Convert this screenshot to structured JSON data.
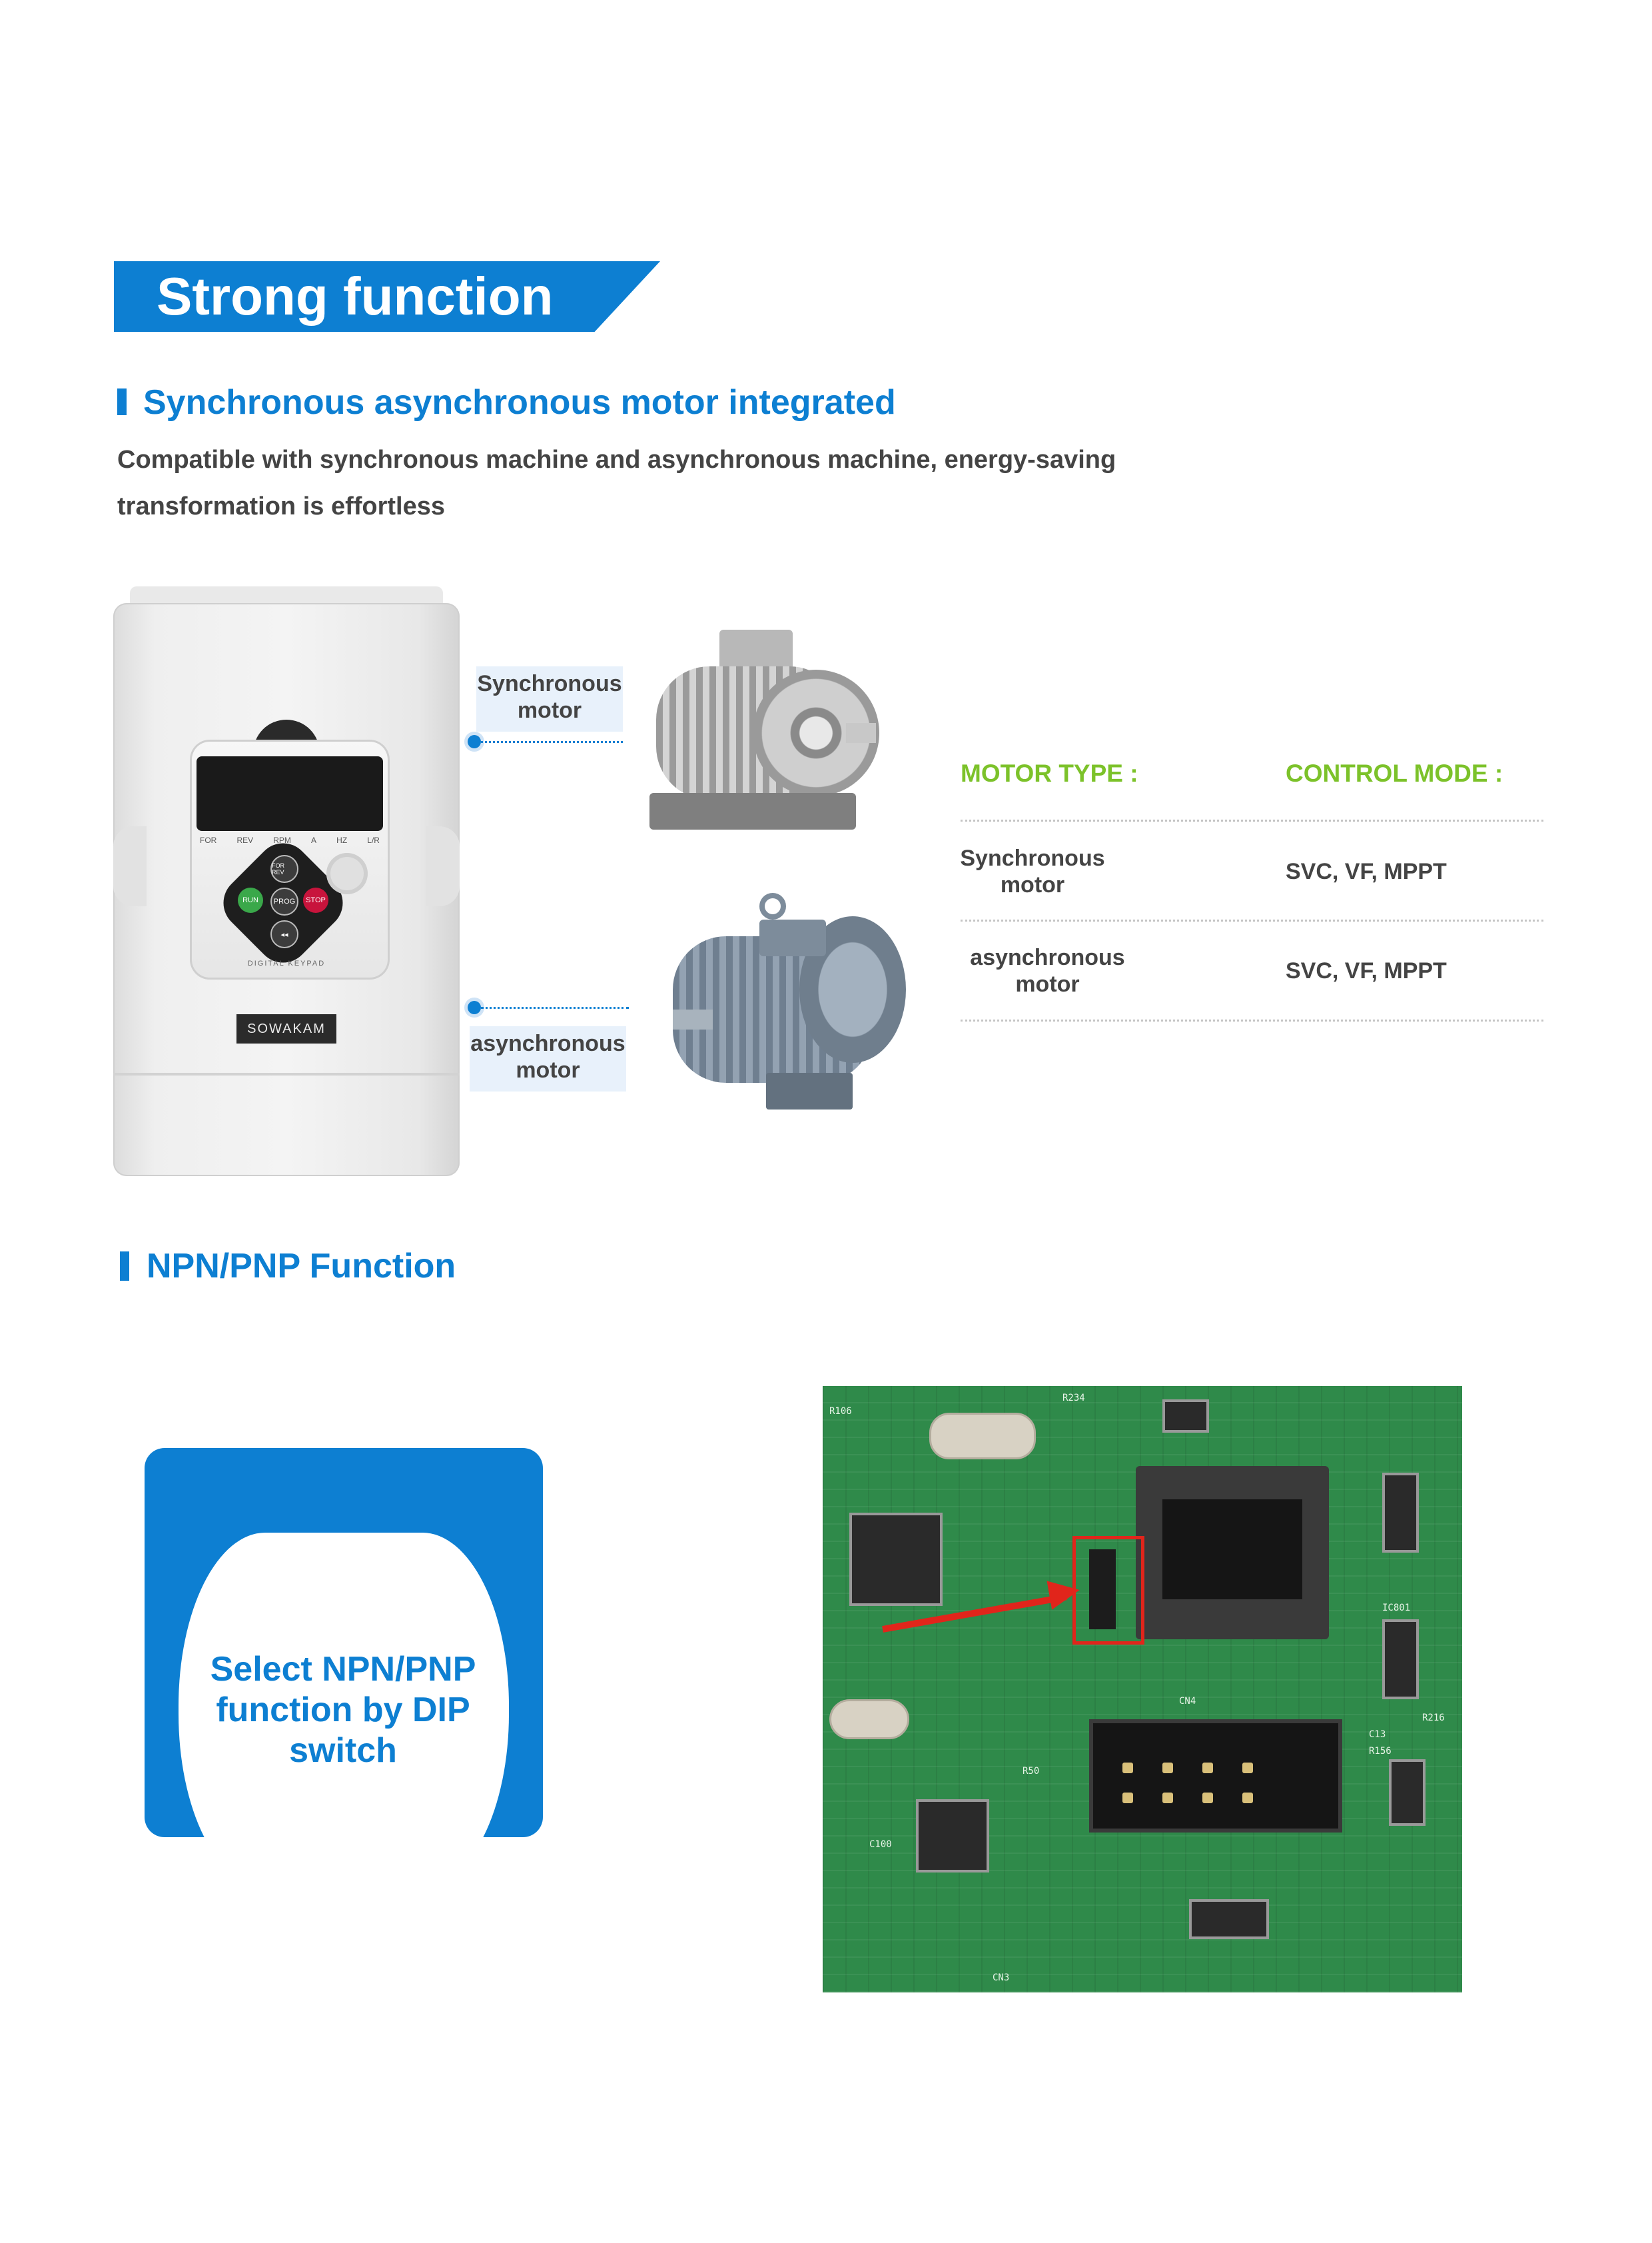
{
  "header": {
    "title": "Strong function"
  },
  "section_motor": {
    "title": "Synchronous asynchronous motor integrated",
    "description_line1": "Compatible with synchronous machine and asynchronous machine, energy-saving",
    "description_line2": "transformation is effortless"
  },
  "inverter": {
    "brand": "SOWAKAM",
    "keypad_caption": "DIGITAL KEYPAD",
    "indicators": [
      "FOR",
      "REV",
      "RPM",
      "A",
      "HZ",
      "L/R"
    ],
    "keys": {
      "fwd": "FOR REV",
      "run": "RUN",
      "prog": "PROG",
      "stop": "STOP",
      "back": "◂◂"
    }
  },
  "callouts": {
    "sync_line1": "Synchronous",
    "sync_line2": "motor",
    "async_line1": "asynchronous",
    "async_line2": "motor"
  },
  "motor_table": {
    "headers": [
      "MOTOR TYPE :",
      "CONTROL MODE :"
    ],
    "rows": [
      {
        "type_line1": "Synchronous",
        "type_line2": "motor",
        "mode": "SVC, VF, MPPT"
      },
      {
        "type_line1": "asynchronous",
        "type_line2": "motor",
        "mode": "SVC, VF, MPPT"
      }
    ]
  },
  "section_npn": {
    "title": "NPN/PNP Function",
    "card_line1": "Select NPN/PNP",
    "card_line2": "function by DIP",
    "card_line3": "switch"
  },
  "pcb": {
    "silk_labels": [
      "R106",
      "R234",
      "CN4",
      "IC801",
      "R216",
      "C100",
      "R156",
      "C13",
      "R50",
      "CN3"
    ]
  },
  "colors": {
    "accent_blue": "#0d7fd2",
    "accent_green": "#7cc22a",
    "highlight_red": "#e1251b",
    "pcb_green": "#2f8a4a"
  }
}
